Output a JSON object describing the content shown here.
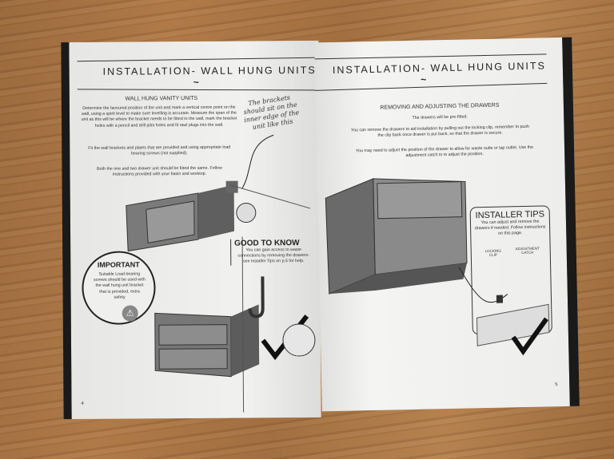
{
  "left_page": {
    "title": "INSTALLATION- WALL HUNG UNITS",
    "ornament": "~",
    "section_heading": "WALL HUNG VANITY UNITS",
    "para1": "Determine the favoured position of the unit and mark a vertical centre point on the wall, using a spirit level to make sure levelling is accurate. Measure the span of the unit as this will be where the bracket needs to be fitted to the wall, mark the bracket holes with a pencil and drill pilot holes and fit rawl plugs into the wall.",
    "para2": "Fit the wall brackets and plates that are provided and using appropriate load bearing screws (not supplied).",
    "para3": "Both the one and two drawer unit should be fitted the same. Follow instructions provided with your basin and worktop.",
    "handwritten_note": "The brackets should sit on the inner edge of the unit like this",
    "important": {
      "heading": "IMPORTANT",
      "text": "Suitable Load bearing screws should be used with the wall hung unit bracket that is provided, extra safety"
    },
    "good_to_know": {
      "heading": "GOOD TO KNOW",
      "text": "You can gain access to waste connections by removing the drawers- see Installer Tips on p.5 for help."
    },
    "page_number": "4"
  },
  "right_page": {
    "title": "INSTALLATION- WALL HUNG UNITS",
    "ornament": "~",
    "section_heading": "REMOVING AND ADJUSTING THE DRAWERS",
    "para1": "The drawers will be pre-fitted.",
    "para2": "You can remove the drawers to aid installation by pulling out the locking clip, remember to push the clip back once drawer is put back, so that the drawer is secure.",
    "para3": "You may need to adjust the position of the drawer to allow for waste outle or tap outlet. Use the adjustment catch to to adjust the position.",
    "installer_tips": {
      "heading": "INSTALLER TIPS",
      "text": "You can adjust and remove the drawers if needed. Follow instructions on this page.",
      "label_clip": "LOCKING CLIP",
      "label_catch": "ADJUSTMENT CATCH"
    },
    "page_number": "5"
  }
}
